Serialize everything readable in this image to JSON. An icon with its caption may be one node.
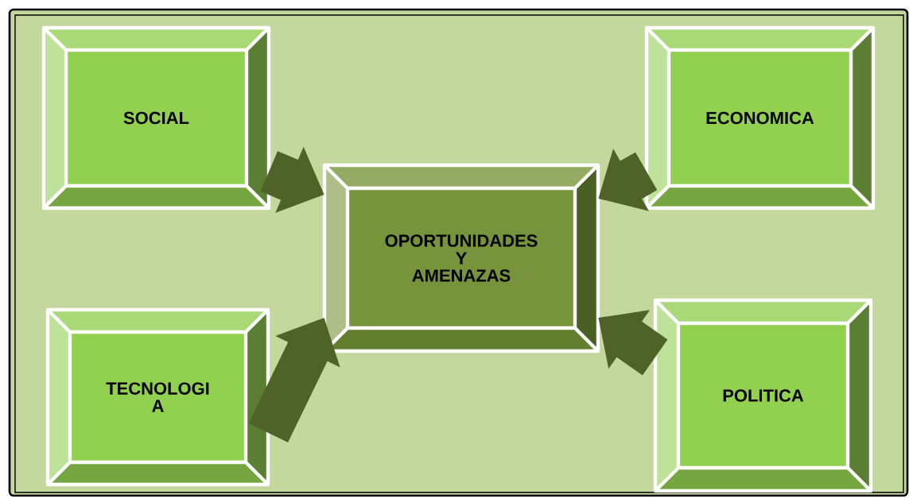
{
  "diagram": {
    "nodes": [
      {
        "text": [
          "SOCIAL"
        ]
      },
      {
        "text": [
          "ECONOMICA"
        ]
      },
      {
        "text": [
          "OPORTUNIDADES Y AMENAZAS"
        ]
      },
      {
        "text": [
          "TECNOLOGI A"
        ]
      },
      {
        "text": [
          "POLITICA"
        ]
      }
    ],
    "edges": [
      {
        "from": 0,
        "to": 2,
        "arrow": "to"
      },
      {
        "from": 1,
        "to": 2,
        "arrow": "to"
      },
      {
        "from": 3,
        "to": 2,
        "arrow": "to"
      },
      {
        "from": 4,
        "to": 2,
        "arrow": "to"
      }
    ]
  }
}
